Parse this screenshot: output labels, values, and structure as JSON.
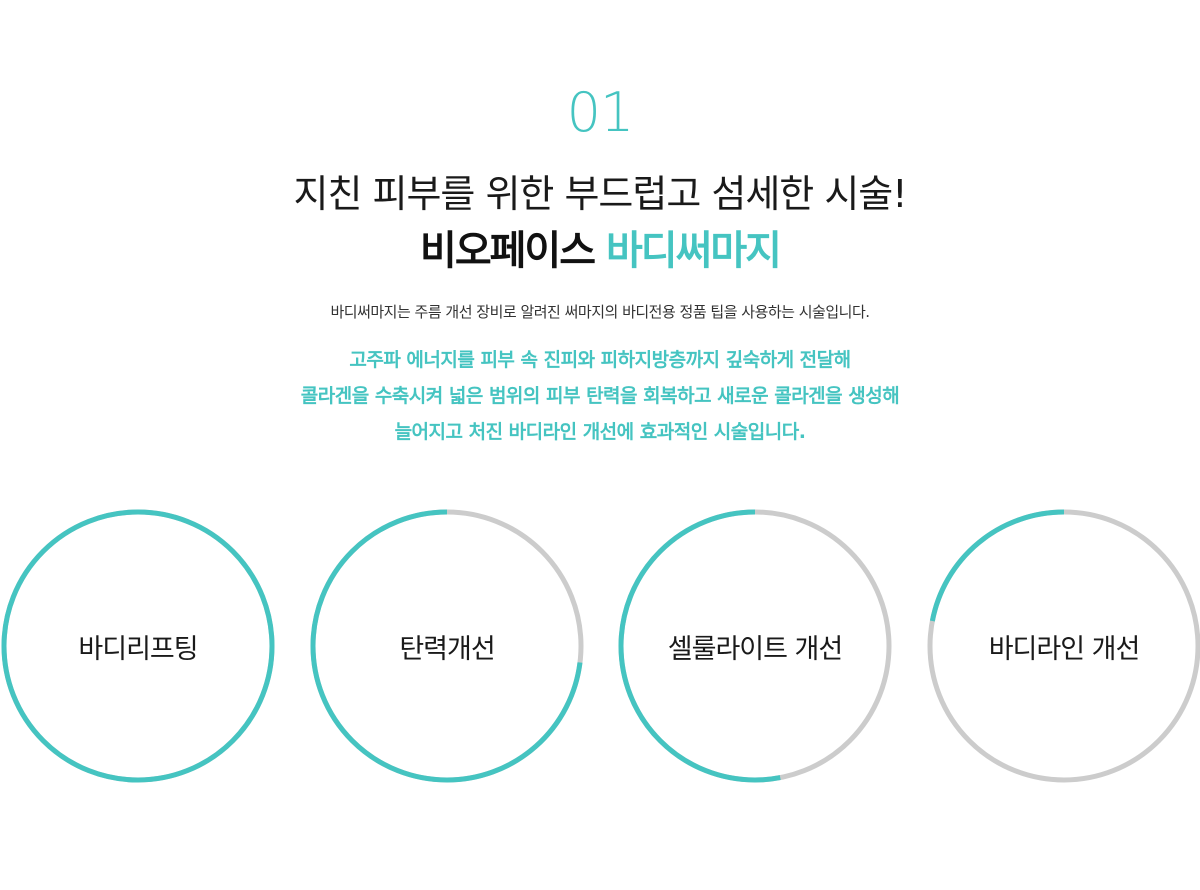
{
  "section": {
    "number": "01",
    "headline": "지친 피부를 위한 부드럽고 섬세한 시술!",
    "title_main": "비오페이스 ",
    "title_accent": "바디써마지",
    "description": "바디써마지는 주름 개선 장비로 알려진  써마지의 바디전용 정품 팁을 사용하는 시술입니다.",
    "highlight_lines": [
      "고주파 에너지를 피부 속 진피와 피하지방층까지 깊숙하게 전달해",
      "콜라겐을 수축시켜 넓은 범위의 피부 탄력을 회복하고 새로운 콜라겐을 생성해",
      "늘어지고 처진 바디라인 개선에 효과적인 시술입니다."
    ]
  },
  "colors": {
    "accent": "#45c4c1",
    "track": "#cccccc"
  },
  "benefits": [
    {
      "label": "바디리프팅",
      "progress": 1.0
    },
    {
      "label": "탄력개선",
      "progress": 0.73
    },
    {
      "label": "셀룰라이트 개선",
      "progress": 0.53
    },
    {
      "label": "바디라인 개선",
      "progress": 0.22
    }
  ]
}
